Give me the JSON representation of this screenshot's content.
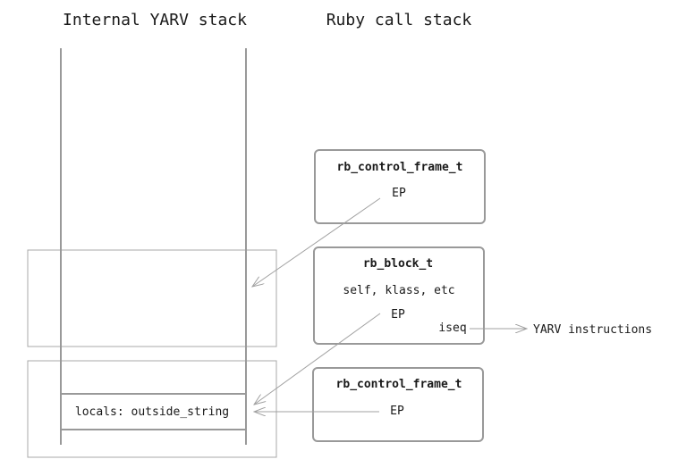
{
  "headings": {
    "left": "Internal YARV stack",
    "right": "Ruby call stack"
  },
  "frames": {
    "top": {
      "title": "rb_control_frame_t",
      "ep": "EP"
    },
    "block": {
      "title": "rb_block_t",
      "fields": "self, klass, etc",
      "ep": "EP",
      "iseq": "iseq"
    },
    "bottom": {
      "title": "rb_control_frame_t",
      "ep": "EP"
    }
  },
  "stack": {
    "locals": "locals: outside_string"
  },
  "external": {
    "yarv_instructions": "YARV instructions"
  }
}
